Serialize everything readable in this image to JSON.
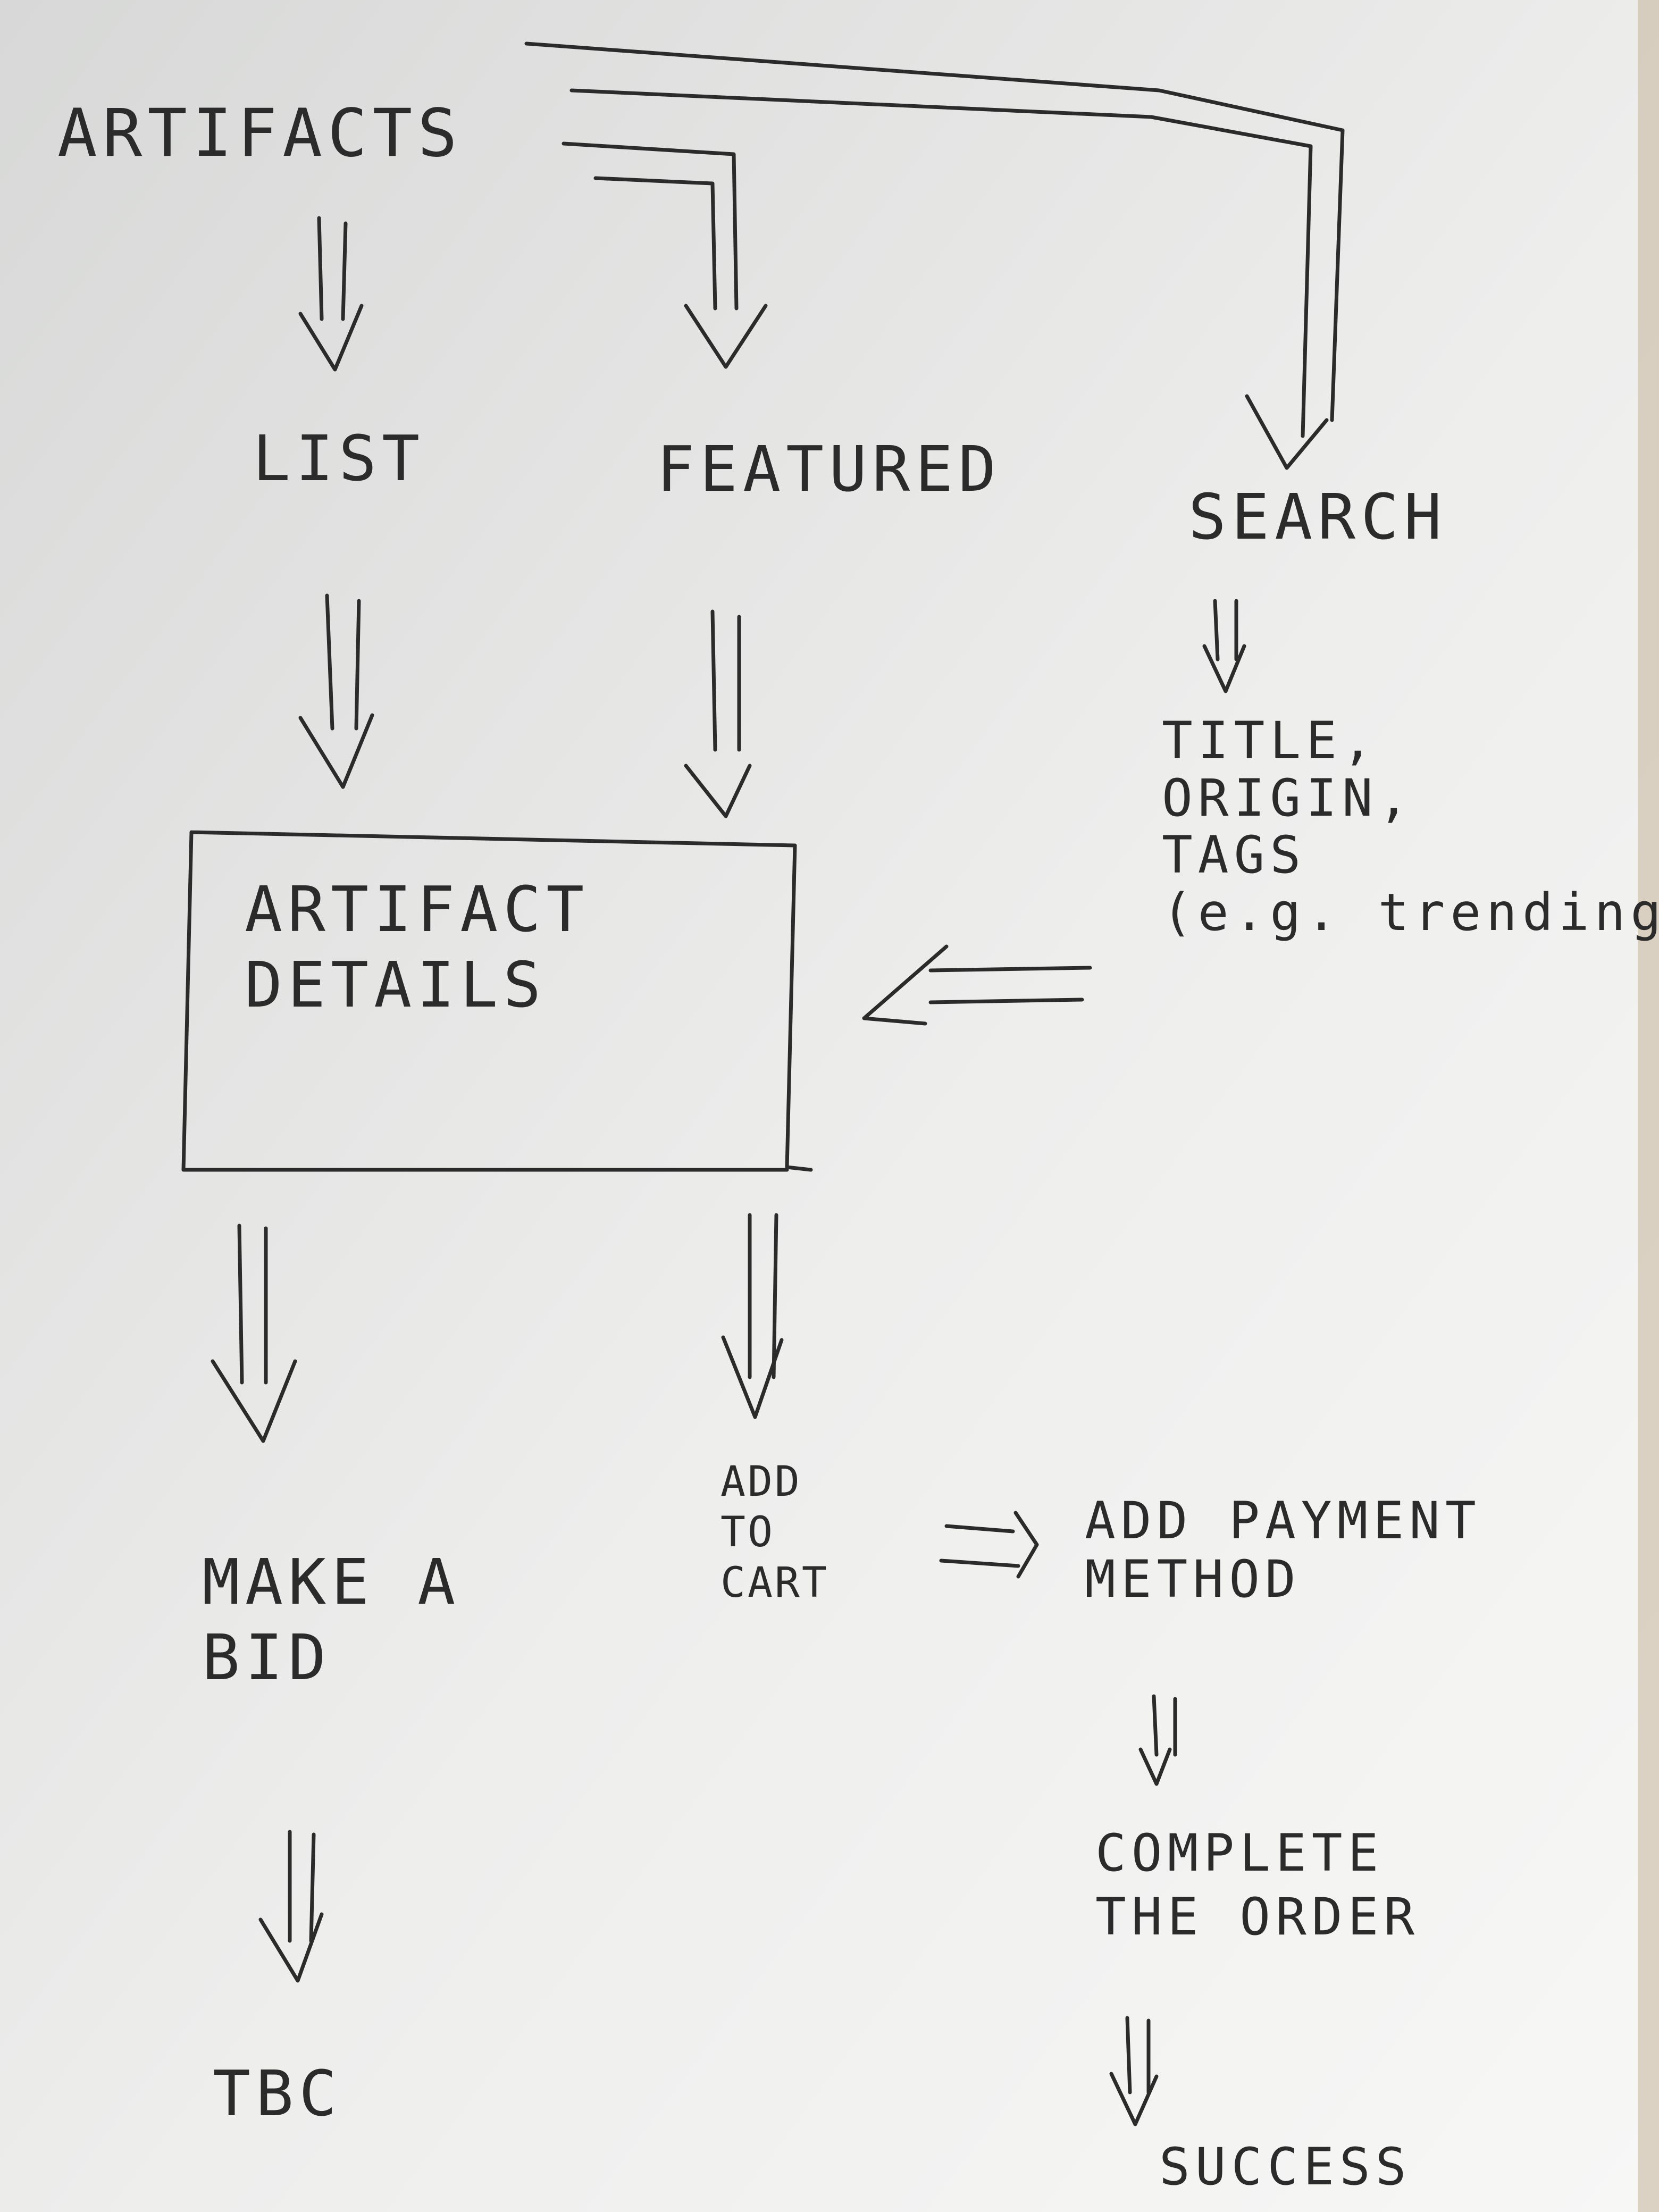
{
  "labels": {
    "artifacts": "ARTIFACTS",
    "list": "LIST",
    "featured": "FEATURED",
    "search": "SEARCH",
    "search_filters": "TITLE,\nORIGIN,\nTAGS\n(e.g. trending)",
    "artifact_details": "ARTIFACT\nDETAILS",
    "make_a_bid": "MAKE A\nBID",
    "tbc": "TBC",
    "add_to_cart": "ADD\nTO\nCART",
    "add_payment_method": "ADD PAYMENT\nMETHOD",
    "complete_the_order": "COMPLETE\nTHE ORDER",
    "success": "SUCCESS"
  },
  "style": {
    "paper": "#f1f1f0",
    "ink": "#2b2b2b",
    "background": "#d9dada"
  }
}
